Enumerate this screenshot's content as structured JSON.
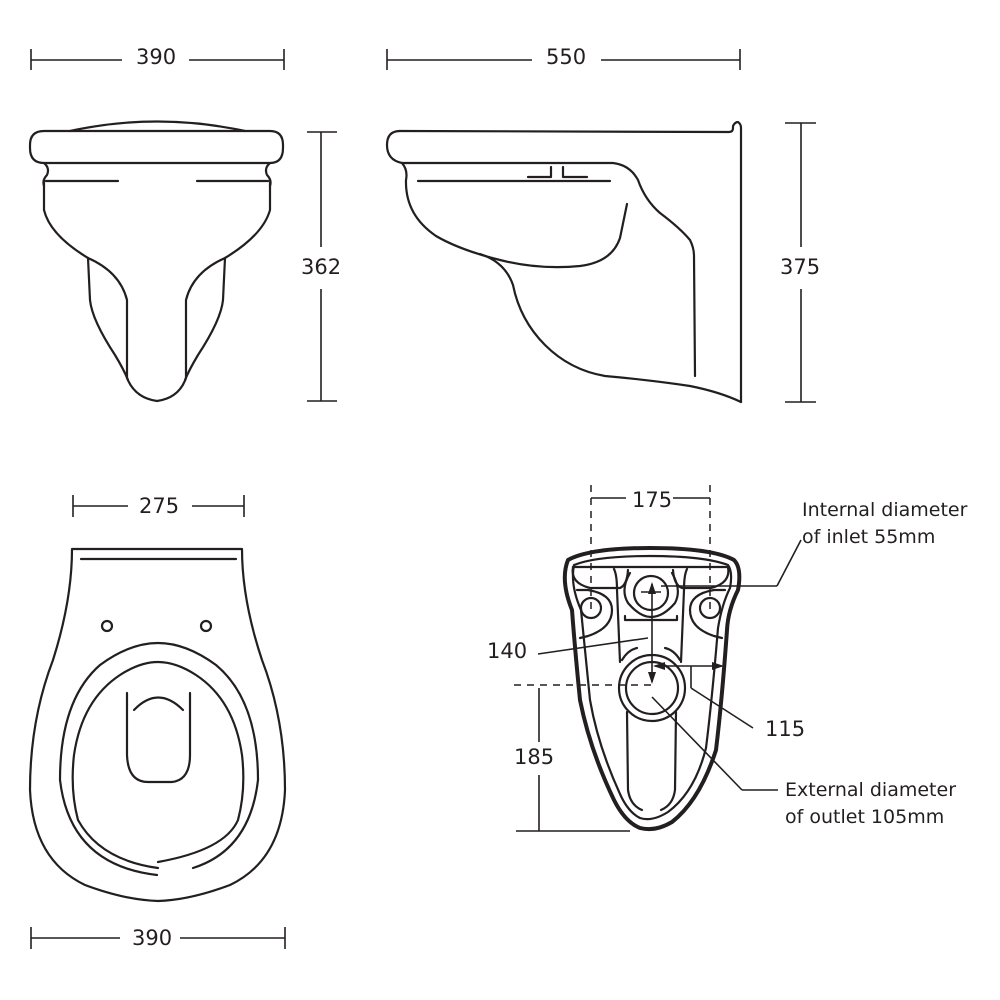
{
  "diagram": {
    "subject": "Wall-hung toilet pan technical dimension drawing",
    "line_color": "#231f20",
    "background": "#ffffff",
    "views": {
      "front": {
        "width_label": "390",
        "height_label": "362"
      },
      "side": {
        "depth_label": "550",
        "height_label": "375"
      },
      "top": {
        "seat_fixing_width_label": "275",
        "width_label": "390"
      },
      "rear": {
        "fixing_centres_label": "175",
        "inlet_to_outlet_label": "140",
        "outlet_to_edge_label": "115",
        "outlet_height_label": "185",
        "inlet_note_line1": "Internal diameter",
        "inlet_note_line2": "of inlet 55mm",
        "outlet_note_line1": "External diameter",
        "outlet_note_line2": "of outlet 105mm"
      }
    },
    "units": "mm"
  }
}
